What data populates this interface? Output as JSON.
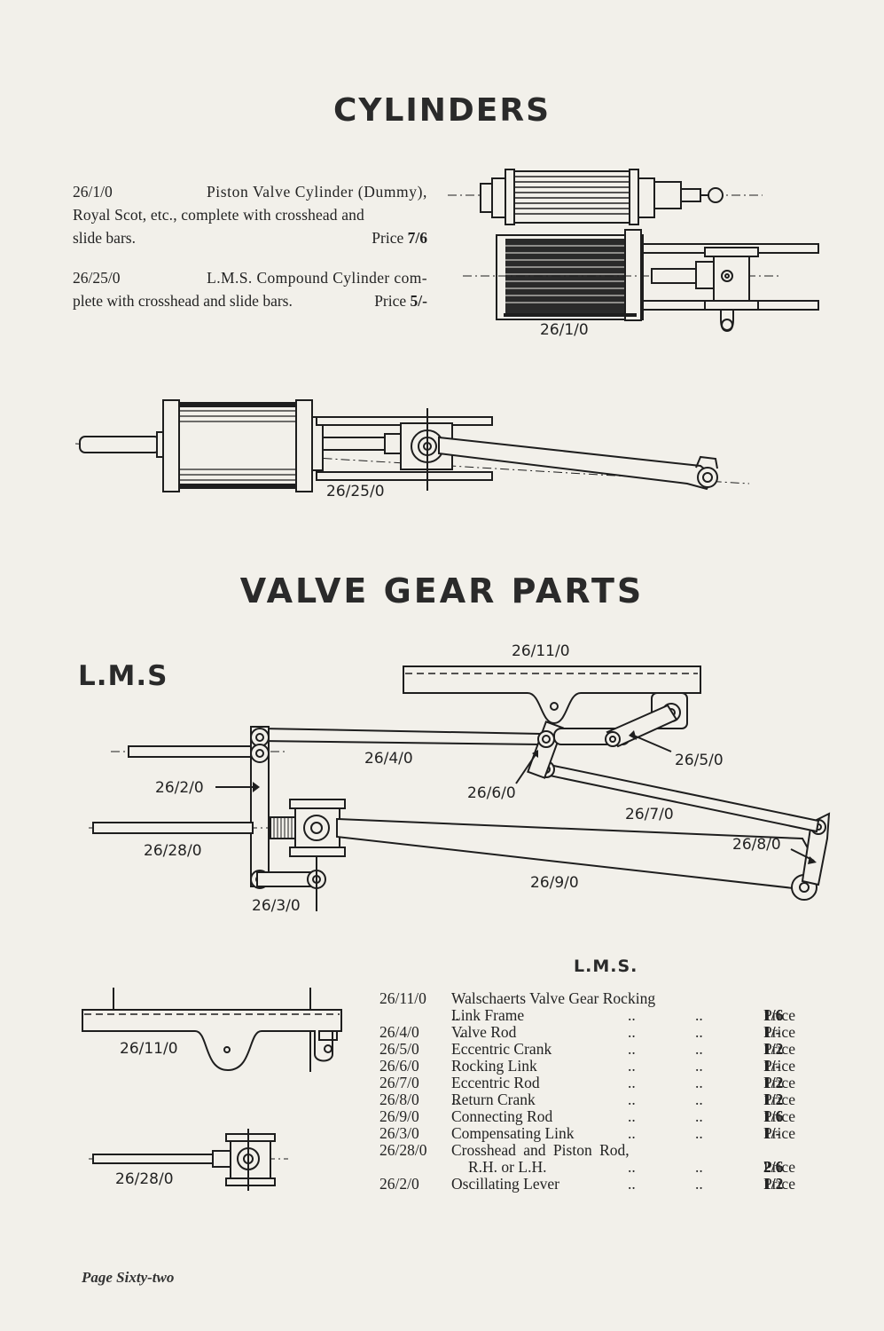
{
  "cylinders": {
    "heading": "CYLINDERS",
    "item1": {
      "code": "26/1/0",
      "line1": "Piston Valve Cylinder (Dummy),",
      "line2": "Royal Scot, etc., complete with crosshead and",
      "line3": "slide bars.",
      "price_label": "Price",
      "price_value": "7/6"
    },
    "item2": {
      "code": "26/25/0",
      "line1": "L.M.S. Compound Cylinder com-",
      "line2": "plete with crosshead and slide bars.",
      "price_label": "Price",
      "price_value": "5/-"
    },
    "fig1_label": "26/1/0",
    "fig2_label": "26/25/0"
  },
  "valve_gear": {
    "heading": "VALVE GEAR PARTS",
    "subheading": "L.M.S",
    "diagram_labels": {
      "l_26_11_0": "26/11/0",
      "l_26_4_0": "26/4/0",
      "l_26_5_0": "26/5/0",
      "l_26_6_0": "26/6/0",
      "l_26_2_0": "26/2/0",
      "l_26_7_0": "26/7/0",
      "l_26_28_0": "26/28/0",
      "l_26_8_0": "26/8/0",
      "l_26_9_0": "26/9/0",
      "l_26_3_0": "26/3/0"
    },
    "small_fig_labels": {
      "link_frame": "26/11/0",
      "crosshead": "26/28/0"
    }
  },
  "price_list": {
    "heading": "L.M.S.",
    "dots": "..",
    "items": [
      {
        "code": "26/11/0",
        "name": "Walschaerts Valve Gear Rocking",
        "name2": "Link Frame",
        "price_label": "Price",
        "price": "1/6"
      },
      {
        "code": "26/4/0",
        "name": "Valve Rod",
        "price_label": "Price",
        "price": "1/-"
      },
      {
        "code": "26/5/0",
        "name": "Eccentric Crank",
        "price_label": "Price",
        "price": "1/2"
      },
      {
        "code": "26/6/0",
        "name": "Rocking Link",
        "price_label": "Price",
        "price": "1/-"
      },
      {
        "code": "26/7/0",
        "name": "Eccentric Rod",
        "price_label": "Price",
        "price": "1/2"
      },
      {
        "code": "26/8/0",
        "name": "Return Crank",
        "price_label": "Price",
        "price": "1/2"
      },
      {
        "code": "26/9/0",
        "name": "Connecting Rod",
        "price_label": "Price",
        "price": "1/6"
      },
      {
        "code": "26/3/0",
        "name": "Compensating Link",
        "price_label": "Price",
        "price": "1/-"
      },
      {
        "code": "26/28/0",
        "name": "Crosshead and Piston Rod,",
        "name2": "R.H. or L.H.",
        "price_label": "Price",
        "price": "2/6"
      },
      {
        "code": "26/2/0",
        "name": "Oscillating Lever",
        "price_label": "Price",
        "price": "1/2"
      }
    ]
  },
  "footer": {
    "page_label": "Page Sixty-two"
  }
}
